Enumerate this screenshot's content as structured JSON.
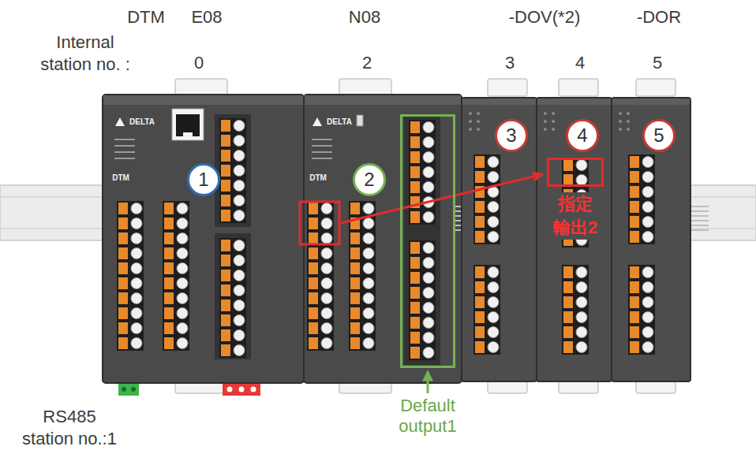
{
  "diagram": {
    "nodes": [
      {
        "text": [
          "1"
        ]
      },
      {
        "text": [
          "2"
        ]
      },
      {
        "text": [
          "Default output1"
        ]
      },
      {
        "text": [
          "3"
        ]
      },
      {
        "text": [
          "4"
        ]
      },
      {
        "text": [
          "指定 輸出2"
        ]
      },
      {
        "text": [
          "5"
        ]
      }
    ],
    "labels": [
      "DTM",
      "E08",
      "N08",
      "-DOV(*2)",
      "-DOR",
      "Internal station no. :",
      "0",
      "2",
      "3",
      "4",
      "5",
      "DELTA",
      "DTM",
      "DELTA",
      "DTM",
      "RS485 station no.:1"
    ]
  }
}
